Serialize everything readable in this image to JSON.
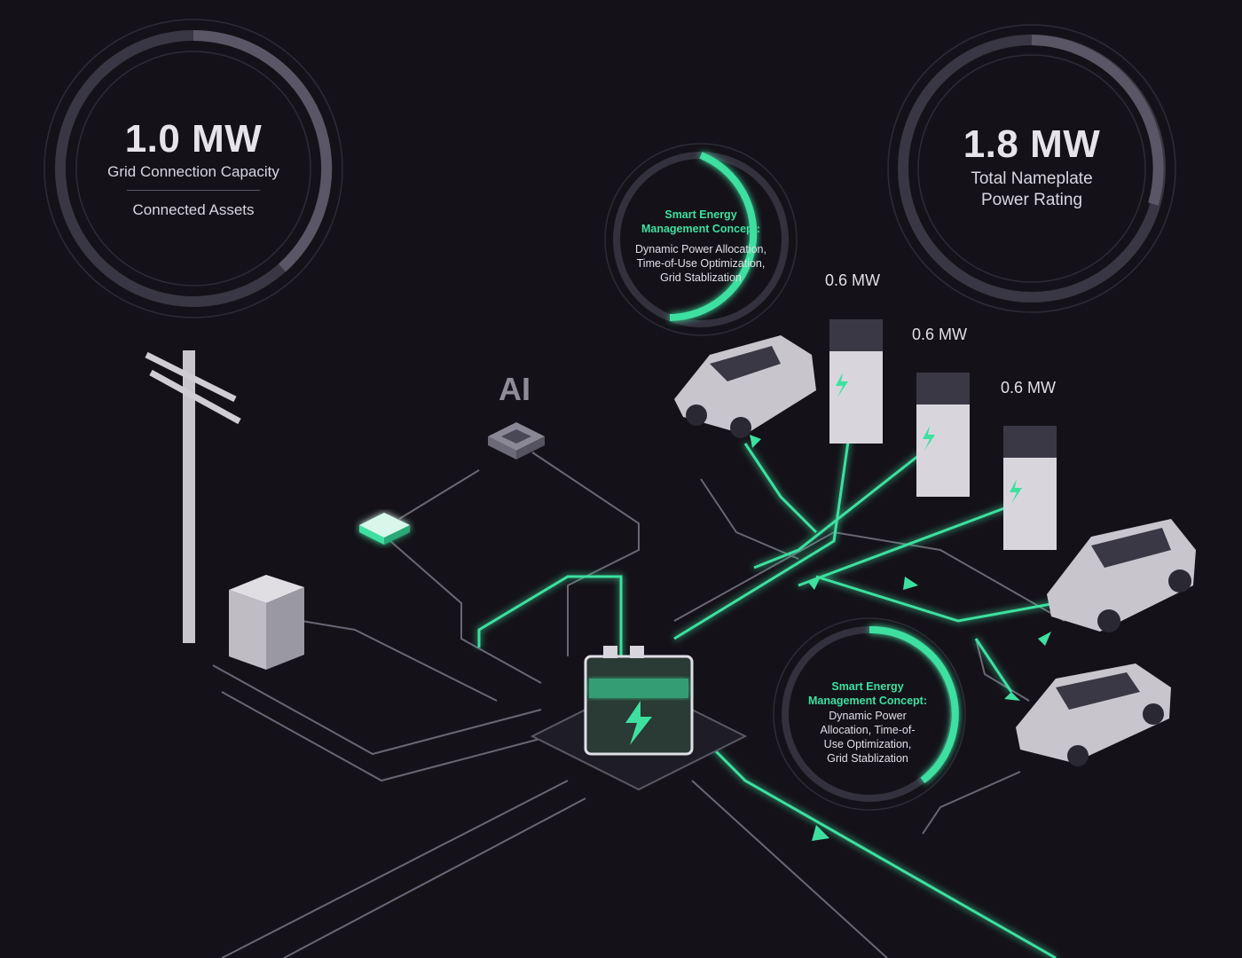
{
  "grid_capacity": {
    "value": "1.0 MW",
    "label": "Grid Connection Capacity",
    "sublabel": "Connected Assets"
  },
  "nameplate": {
    "value": "1.8 MW",
    "label_line1": "Total Nameplate",
    "label_line2": "Power Rating"
  },
  "sem_top": {
    "title_line1": "Smart Energy",
    "title_line2": "Management Concept:",
    "desc_line1": "Dynamic Power Allocation,",
    "desc_line2": "Time-of-Use Optimization,",
    "desc_line3": "Grid Stablization"
  },
  "sem_bottom": {
    "title_line1": "Smart Energy",
    "title_line2": "Management Concept:",
    "desc_line1": "Dynamic Power",
    "desc_line2": "Allocation, Time-of-",
    "desc_line3": "Use Optimization,",
    "desc_line4": "Grid Stablization"
  },
  "chargers": [
    {
      "power": "0.6 MW"
    },
    {
      "power": "0.6 MW"
    },
    {
      "power": "0.6 MW"
    }
  ],
  "ai_label": "AI",
  "colors": {
    "background": "#141218",
    "accent": "#3ee0a0",
    "ring": "#4a4656"
  }
}
